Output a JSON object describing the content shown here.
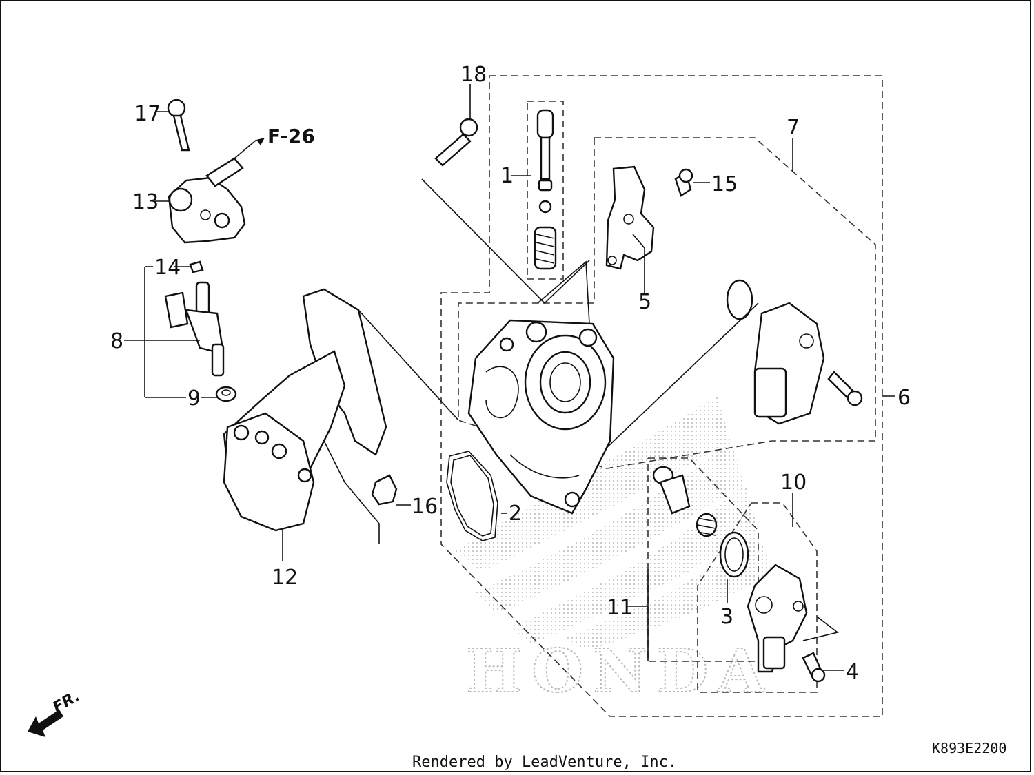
{
  "callouts": [
    {
      "id": "1",
      "label": "1"
    },
    {
      "id": "2",
      "label": "2"
    },
    {
      "id": "3",
      "label": "3"
    },
    {
      "id": "4",
      "label": "4"
    },
    {
      "id": "5",
      "label": "5"
    },
    {
      "id": "6",
      "label": "6"
    },
    {
      "id": "7",
      "label": "7"
    },
    {
      "id": "8",
      "label": "8"
    },
    {
      "id": "9",
      "label": "9"
    },
    {
      "id": "10",
      "label": "10"
    },
    {
      "id": "11",
      "label": "11"
    },
    {
      "id": "12",
      "label": "12"
    },
    {
      "id": "13",
      "label": "13"
    },
    {
      "id": "14",
      "label": "14"
    },
    {
      "id": "15",
      "label": "15"
    },
    {
      "id": "16",
      "label": "16"
    },
    {
      "id": "17",
      "label": "17"
    },
    {
      "id": "18",
      "label": "18"
    }
  ],
  "reference": {
    "label": "F-26"
  },
  "direction": {
    "label": "FR."
  },
  "watermark": {
    "label": "HONDA"
  },
  "diagram_code": "K893E2200",
  "credit": "Rendered by LeadVenture, Inc."
}
